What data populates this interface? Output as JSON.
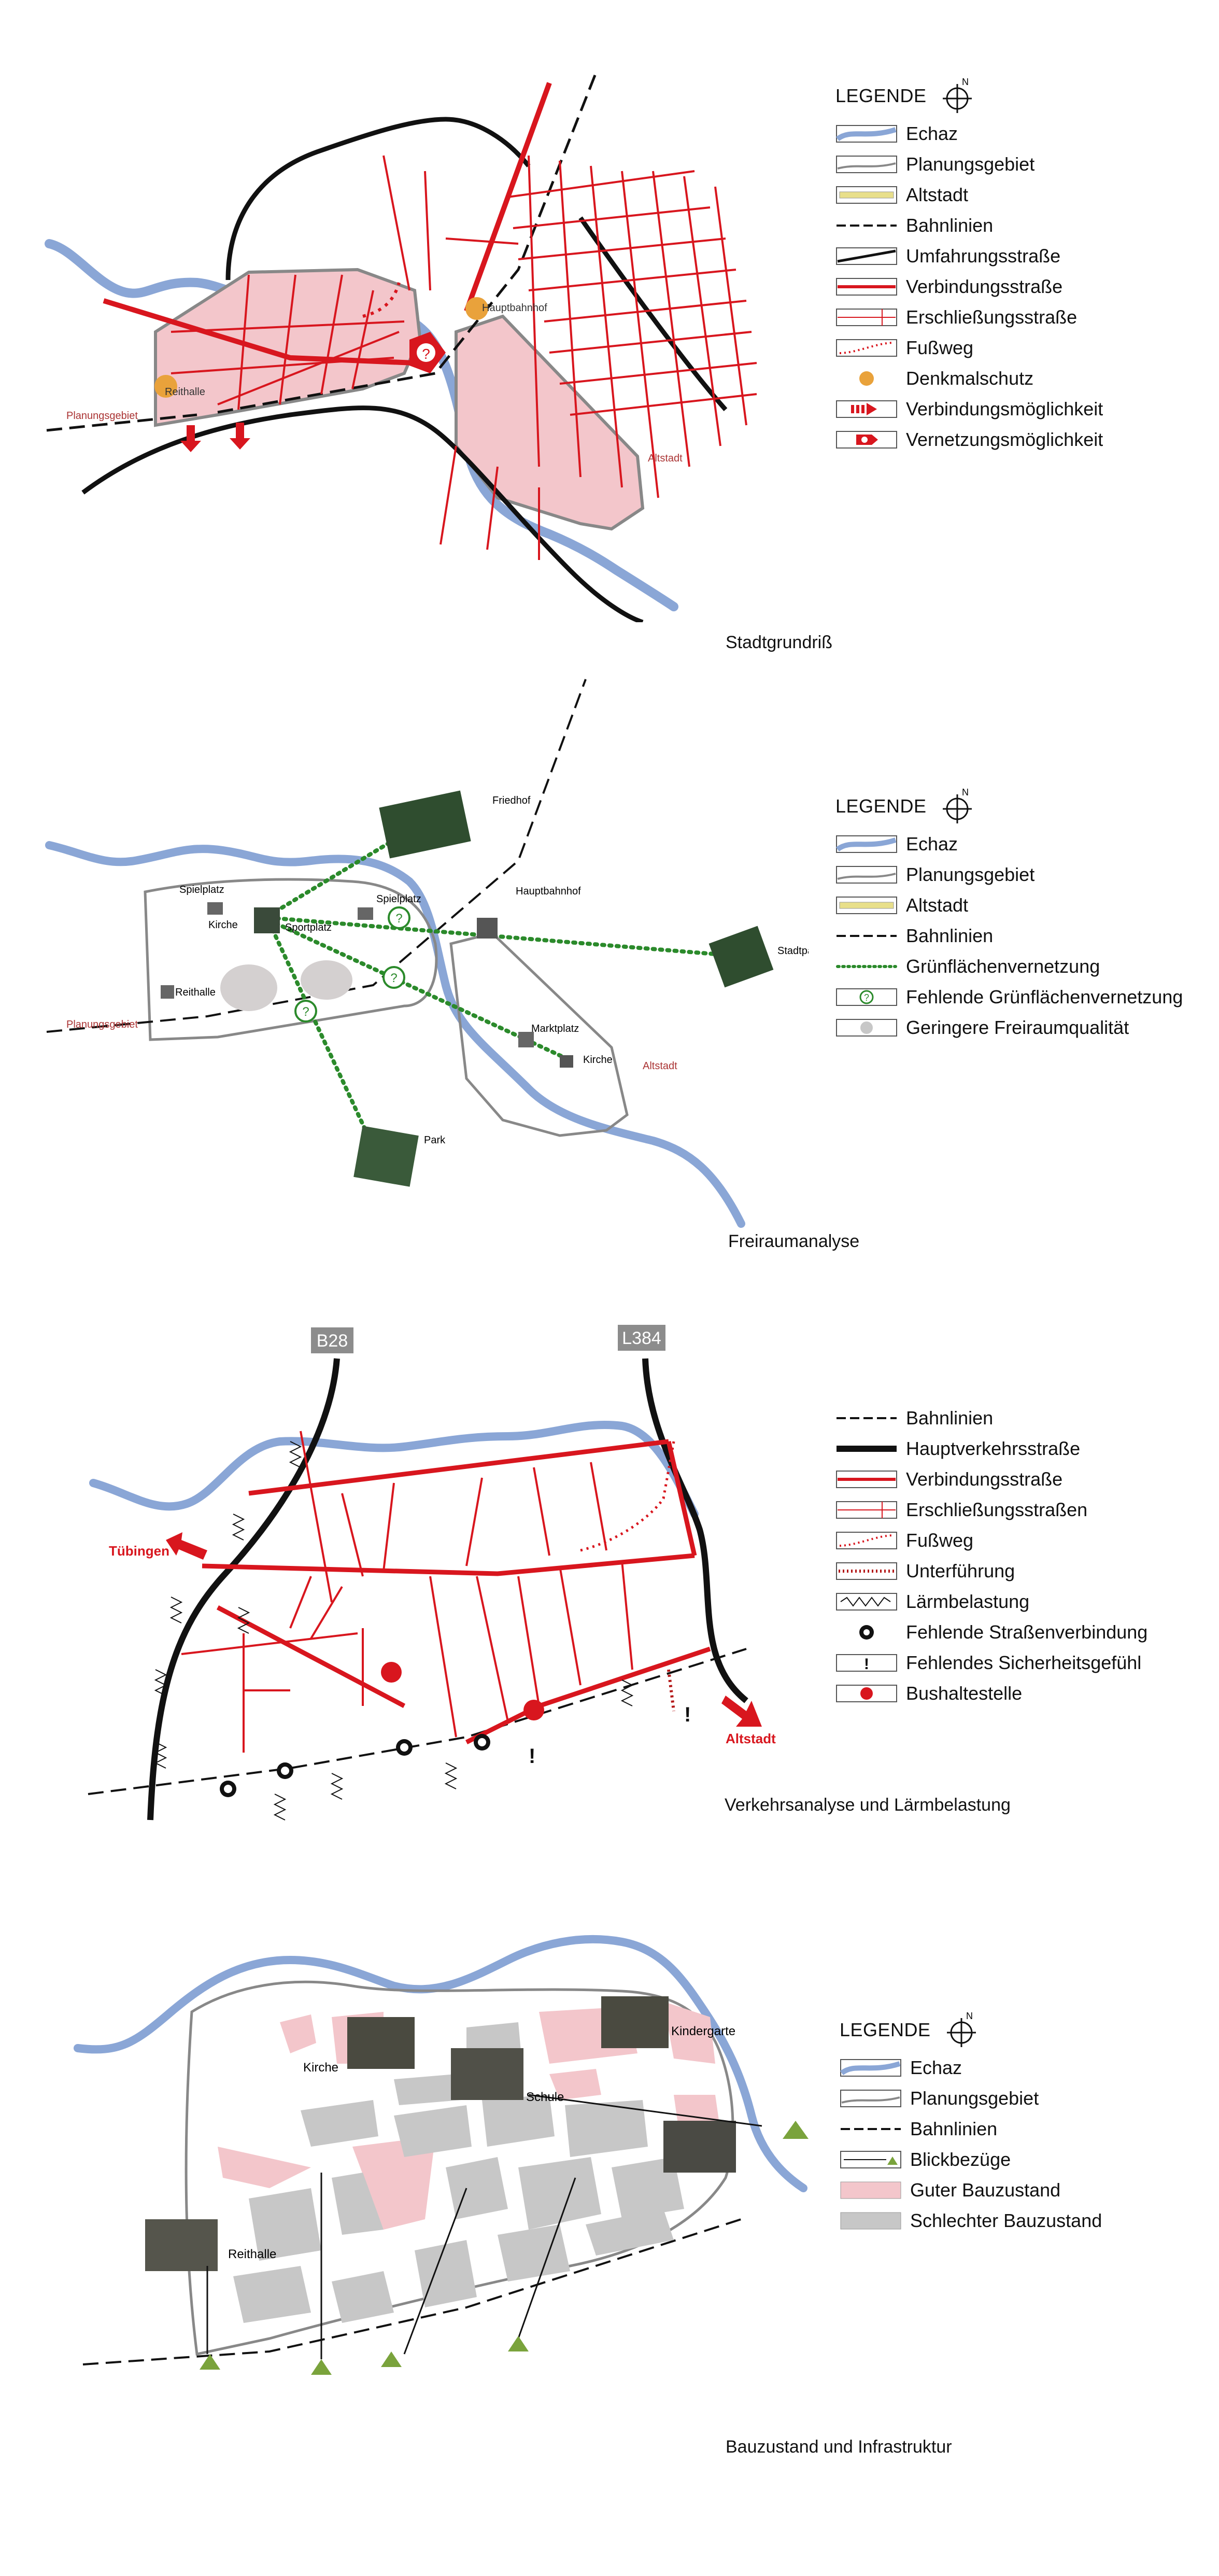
{
  "colors": {
    "river": "#8aa6d6",
    "red": "#d8161e",
    "pink": "#f3c6cb",
    "orange": "#e9a23b",
    "green": "#2b8a2b",
    "gray": "#c7c7c7",
    "black": "#111111",
    "yellow": "#e8df8a"
  },
  "panel1": {
    "legend_title": "LEGENDE",
    "legend": [
      {
        "icon": "river-swatch",
        "label": "Echaz"
      },
      {
        "icon": "planning-area-swatch",
        "label": "Planungsgebiet"
      },
      {
        "icon": "old-town-swatch",
        "label": "Altstadt"
      },
      {
        "icon": "railway-swatch",
        "label": "Bahnlinien"
      },
      {
        "icon": "bypass-road-swatch",
        "label": "Umfahrungsstraße"
      },
      {
        "icon": "connecting-road-swatch",
        "label": "Verbindungsstraße"
      },
      {
        "icon": "access-road-swatch",
        "label": "Erschließungsstraße"
      },
      {
        "icon": "footpath-swatch",
        "label": "Fußweg"
      },
      {
        "icon": "monument-dot-swatch",
        "label": "Denkmalschutz"
      },
      {
        "icon": "connection-option-swatch",
        "label": "Verbindungsmöglichkeit"
      },
      {
        "icon": "network-option-swatch",
        "label": "Vernetzungsmöglichkeit"
      }
    ],
    "labels": {
      "planungsgebiet": "Planungsgebiet",
      "reithalle": "Reithalle",
      "hauptbahnhof": "Hauptbahnhof",
      "altstadt": "Altstadt"
    },
    "caption": "Stadtgrundriß"
  },
  "panel2": {
    "legend_title": "LEGENDE",
    "legend": [
      {
        "icon": "river-swatch",
        "label": "Echaz"
      },
      {
        "icon": "planning-area-swatch",
        "label": "Planungsgebiet"
      },
      {
        "icon": "old-town-swatch",
        "label": "Altstadt"
      },
      {
        "icon": "railway-swatch",
        "label": "Bahnlinien"
      },
      {
        "icon": "green-link-swatch",
        "label": "Grünflächenvernetzung"
      },
      {
        "icon": "missing-green-link-swatch",
        "label": "Fehlende Grünflächenvernetzung"
      },
      {
        "icon": "low-quality-swatch",
        "label": "Geringere Freiraumqualität"
      }
    ],
    "labels": {
      "friedhof": "Friedhof",
      "spielplatz1": "Spielplatz",
      "spielplatz2": "Spielplatz",
      "kirche1": "Kirche",
      "sportplatz": "Sportplatz",
      "hauptbahnhof": "Hauptbahnhof",
      "stadtpark": "Stadtpark",
      "reithalle": "Reithalle",
      "planungsgebiet": "Planungsgebiet",
      "marktplatz": "Marktplatz",
      "kirche2": "Kirche",
      "altstadt": "Altstadt",
      "park": "Park"
    },
    "caption": "Freiraumanalyse"
  },
  "panel3": {
    "legend": [
      {
        "icon": "railway-swatch",
        "label": "Bahnlinien"
      },
      {
        "icon": "main-road-swatch",
        "label": "Hauptverkehrsstraße"
      },
      {
        "icon": "connecting-road-swatch",
        "label": "Verbindungsstraße"
      },
      {
        "icon": "access-road-swatch",
        "label": "Erschließungsstraßen"
      },
      {
        "icon": "footpath-swatch",
        "label": "Fußweg"
      },
      {
        "icon": "underpass-swatch",
        "label": "Unterführung"
      },
      {
        "icon": "noise-swatch",
        "label": "Lärmbelastung"
      },
      {
        "icon": "missing-link-swatch",
        "label": "Fehlende  Straßenverbindung"
      },
      {
        "icon": "safety-swatch",
        "label": "Fehlendes Sicherheitsgefühl"
      },
      {
        "icon": "bus-stop-swatch",
        "label": "Bushaltestelle"
      }
    ],
    "labels": {
      "b28": "B28",
      "l384": "L384",
      "tuebingen": "Tübingen",
      "altstadt": "Altstadt"
    },
    "caption": "Verkehrsanalyse und Lärmbelastung"
  },
  "panel4": {
    "legend_title": "LEGENDE",
    "legend": [
      {
        "icon": "river-swatch",
        "label": "Echaz"
      },
      {
        "icon": "planning-area-swatch",
        "label": "Planungsgebiet"
      },
      {
        "icon": "railway-swatch",
        "label": "Bahnlinien"
      },
      {
        "icon": "sightline-swatch",
        "label": "Blickbezüge"
      },
      {
        "icon": "good-condition-swatch",
        "label": "Guter Bauzustand"
      },
      {
        "icon": "poor-condition-swatch",
        "label": "Schlechter Bauzustand"
      }
    ],
    "labels": {
      "kirche": "Kirche",
      "schule": "Schule",
      "kindergarten": "Kindergarte",
      "reithalle": "Reithalle"
    },
    "caption": "Bauzustand und Infrastruktur"
  }
}
